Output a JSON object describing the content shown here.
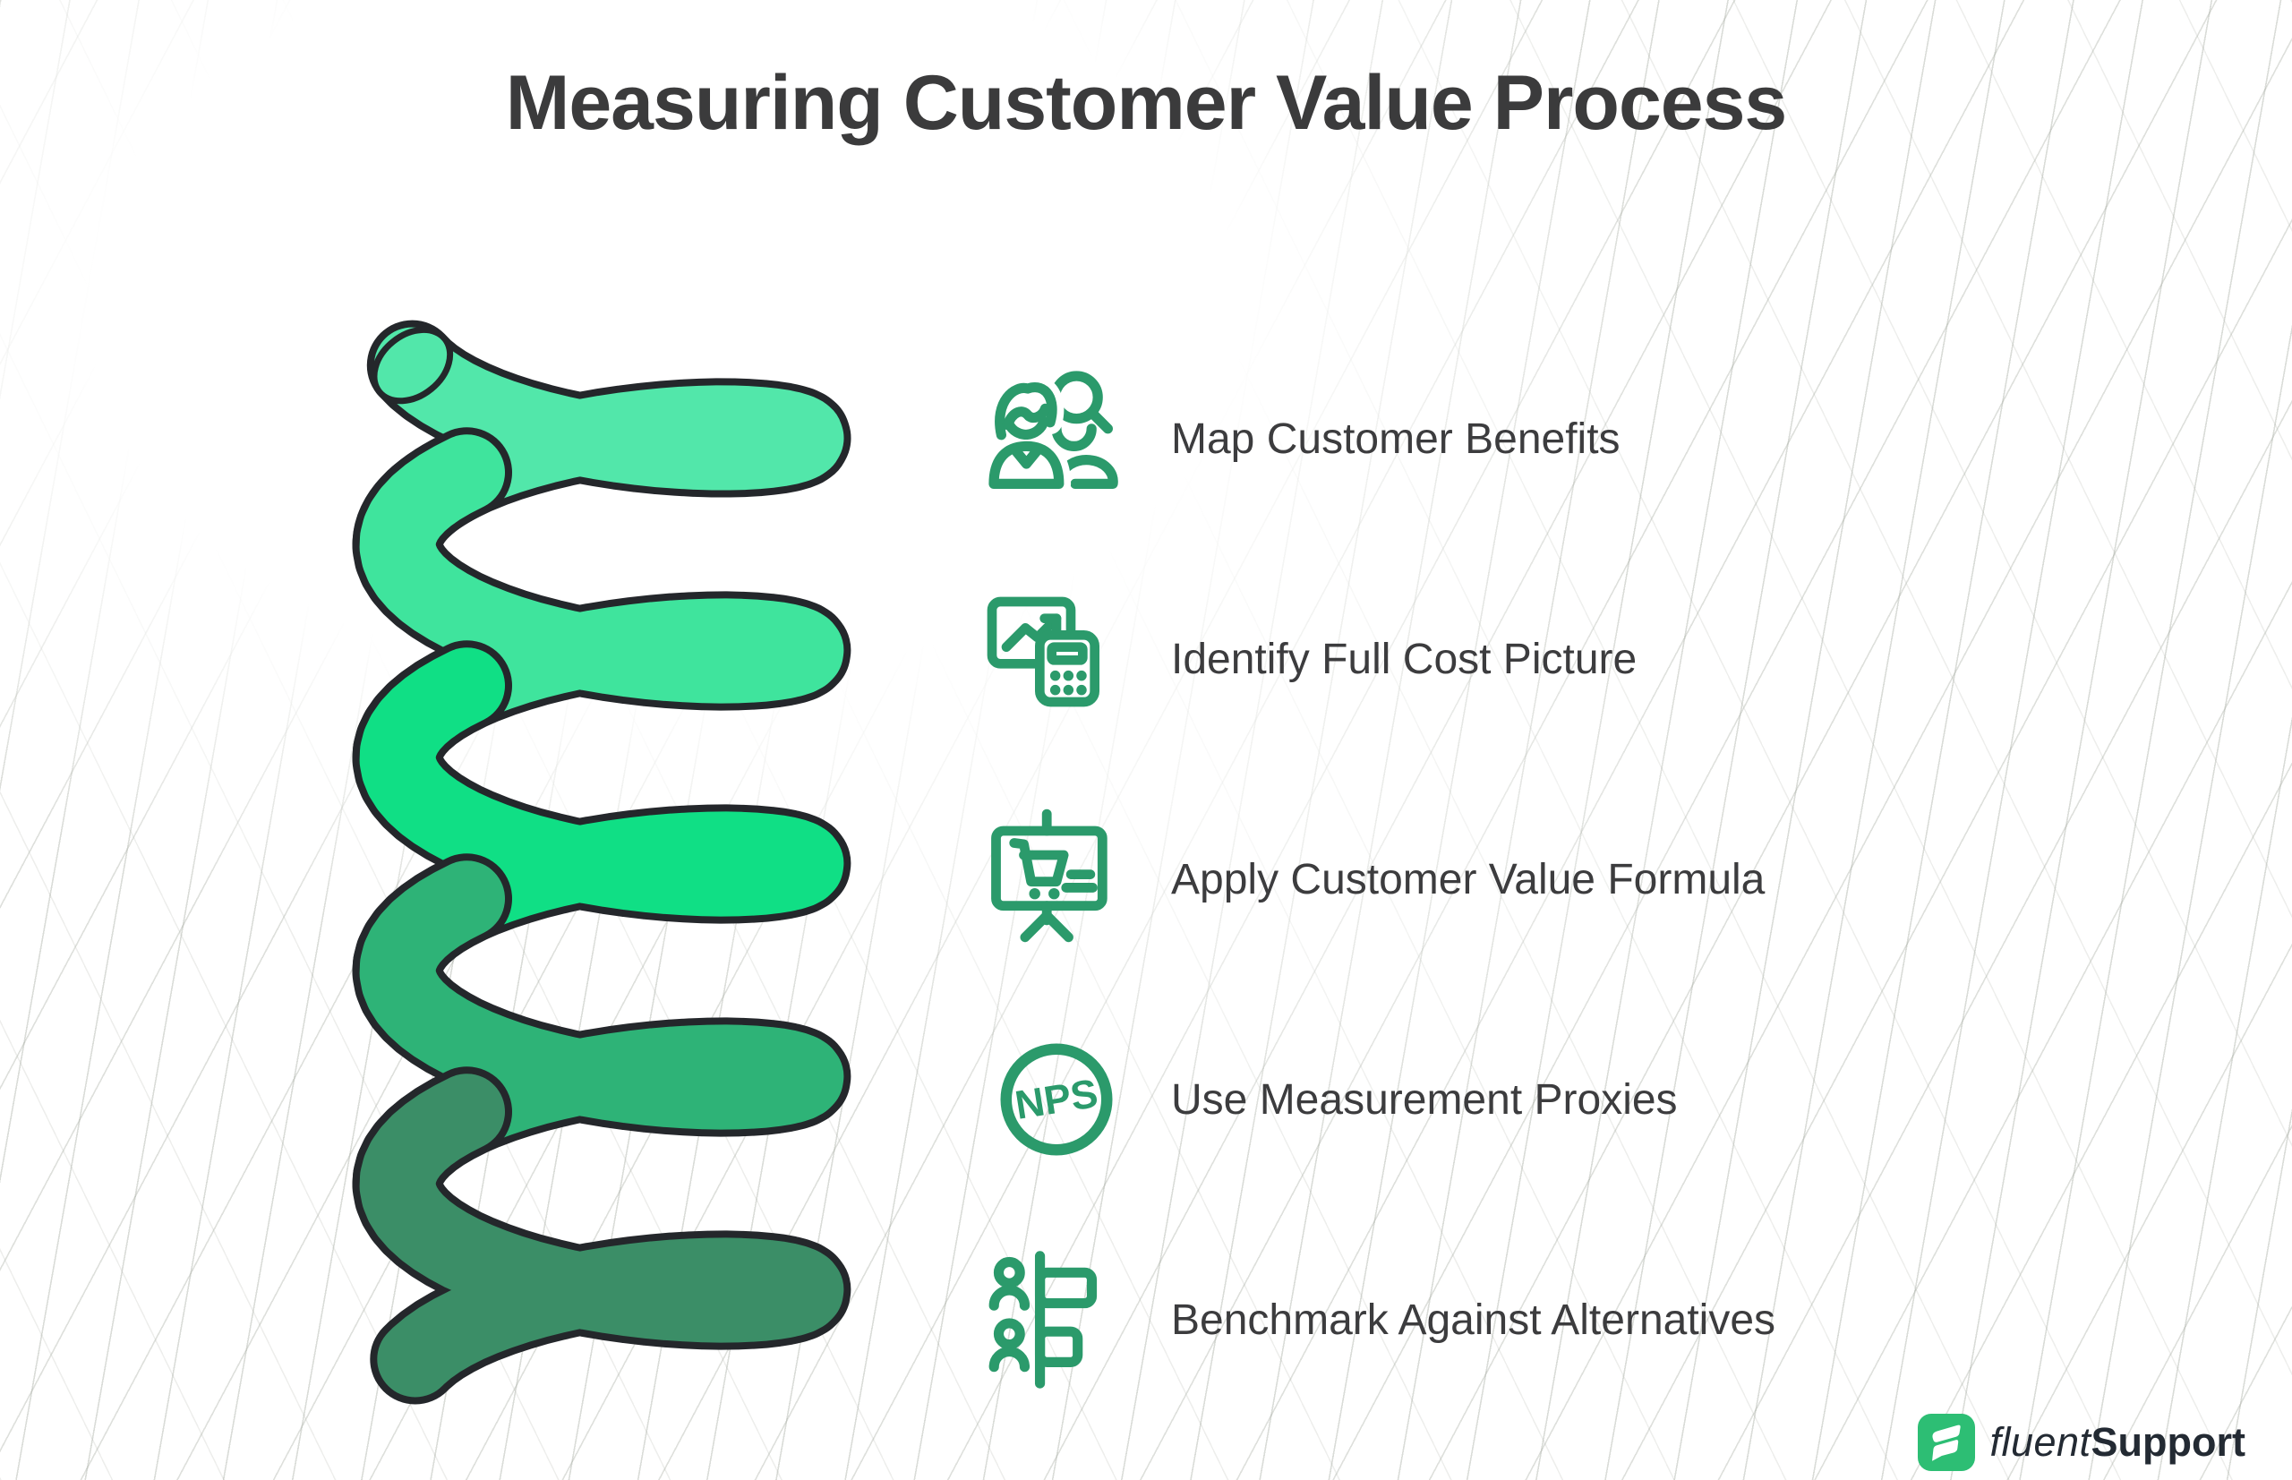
{
  "title": "Measuring Customer Value Process",
  "steps": [
    {
      "label": "Map Customer Benefits",
      "icon": "customer-research-icon"
    },
    {
      "label": "Identify Full Cost Picture",
      "icon": "chart-calculator-icon"
    },
    {
      "label": "Apply Customer Value Formula",
      "icon": "presentation-cart-icon"
    },
    {
      "label": "Use Measurement Proxies",
      "icon": "nps-badge-icon",
      "badge_text": "NPS"
    },
    {
      "label": "Benchmark Against Alternatives",
      "icon": "benchmark-comparison-icon"
    }
  ],
  "brand": {
    "name_light": "fluent",
    "name_bold": "Support"
  },
  "colors": {
    "icon_stroke": "#2B9A6B",
    "title_text": "#3B3B3C",
    "step_text": "#3C3C3E",
    "brand_green": "#2DBE74"
  },
  "spiral": {
    "outline": "#24272B",
    "turn_colors": [
      "#52E7AA",
      "#3FE49D",
      "#10DF85",
      "#2EB377",
      "#3B8E67"
    ]
  }
}
